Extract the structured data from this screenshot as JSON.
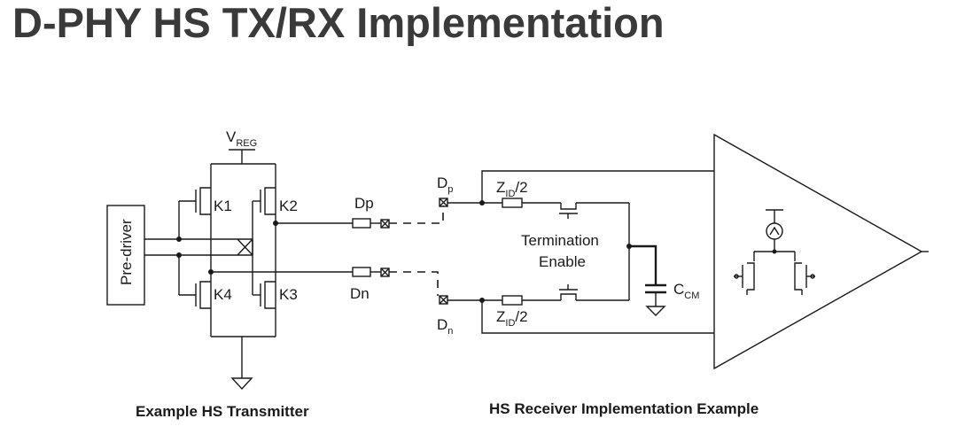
{
  "title": "D-PHY HS TX/RX Implementation",
  "transmitter": {
    "supply_label": "V",
    "supply_sub": "REG",
    "predriver_label": "Pre-driver",
    "transistors": [
      "K1",
      "K2",
      "K3",
      "K4"
    ],
    "out_p": "Dp",
    "out_n": "Dn",
    "caption": "Example HS Transmitter"
  },
  "receiver": {
    "pin_p": "D",
    "pin_p_sub": "p",
    "pin_n": "D",
    "pin_n_sub": "n",
    "resistor_label": "Z",
    "resistor_sub": "ID",
    "resistor_suffix": "/2",
    "termination_line1": "Termination",
    "termination_line2": "Enable",
    "cap_label": "C",
    "cap_sub": "CM",
    "caption": "HS Receiver Implementation Example"
  }
}
